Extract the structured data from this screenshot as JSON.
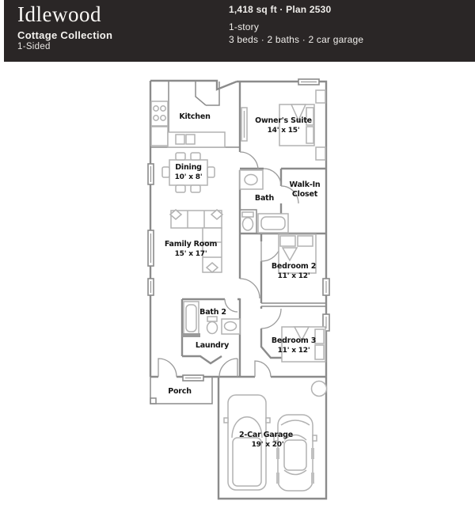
{
  "header": {
    "title": "Idlewood",
    "collection": "Cottage Collection",
    "sided": "1-Sided",
    "area_plan": "1,418 sq ft · Plan 2530",
    "stories": "1-story",
    "beds_baths": "3 beds · 2 baths · 2 car garage"
  },
  "colors": {
    "header_bg": "#2a2626",
    "wall": "#8b8b8b",
    "furniture": "#b2b2b2",
    "label": "#141414"
  },
  "plan": {
    "rooms": {
      "kitchen": {
        "name": "Kitchen"
      },
      "dining": {
        "name": "Dining",
        "dims": "10' x 8'"
      },
      "owners_suite": {
        "name": "Owner's Suite",
        "dims": "14' x 15'"
      },
      "bath": {
        "name": "Bath"
      },
      "walk_in_closet": {
        "line1": "Walk-In",
        "line2": "Closet"
      },
      "family_room": {
        "name": "Family Room",
        "dims": "15' x 17'"
      },
      "bedroom2": {
        "name": "Bedroom 2",
        "dims": "11' x 12'"
      },
      "bath2": {
        "name": "Bath 2"
      },
      "laundry": {
        "name": "Laundry"
      },
      "bedroom3": {
        "name": "Bedroom 3",
        "dims": "11' x 12'"
      },
      "porch": {
        "name": "Porch"
      },
      "garage": {
        "name": "2-Car Garage",
        "dims": "19' x 20'"
      }
    }
  }
}
